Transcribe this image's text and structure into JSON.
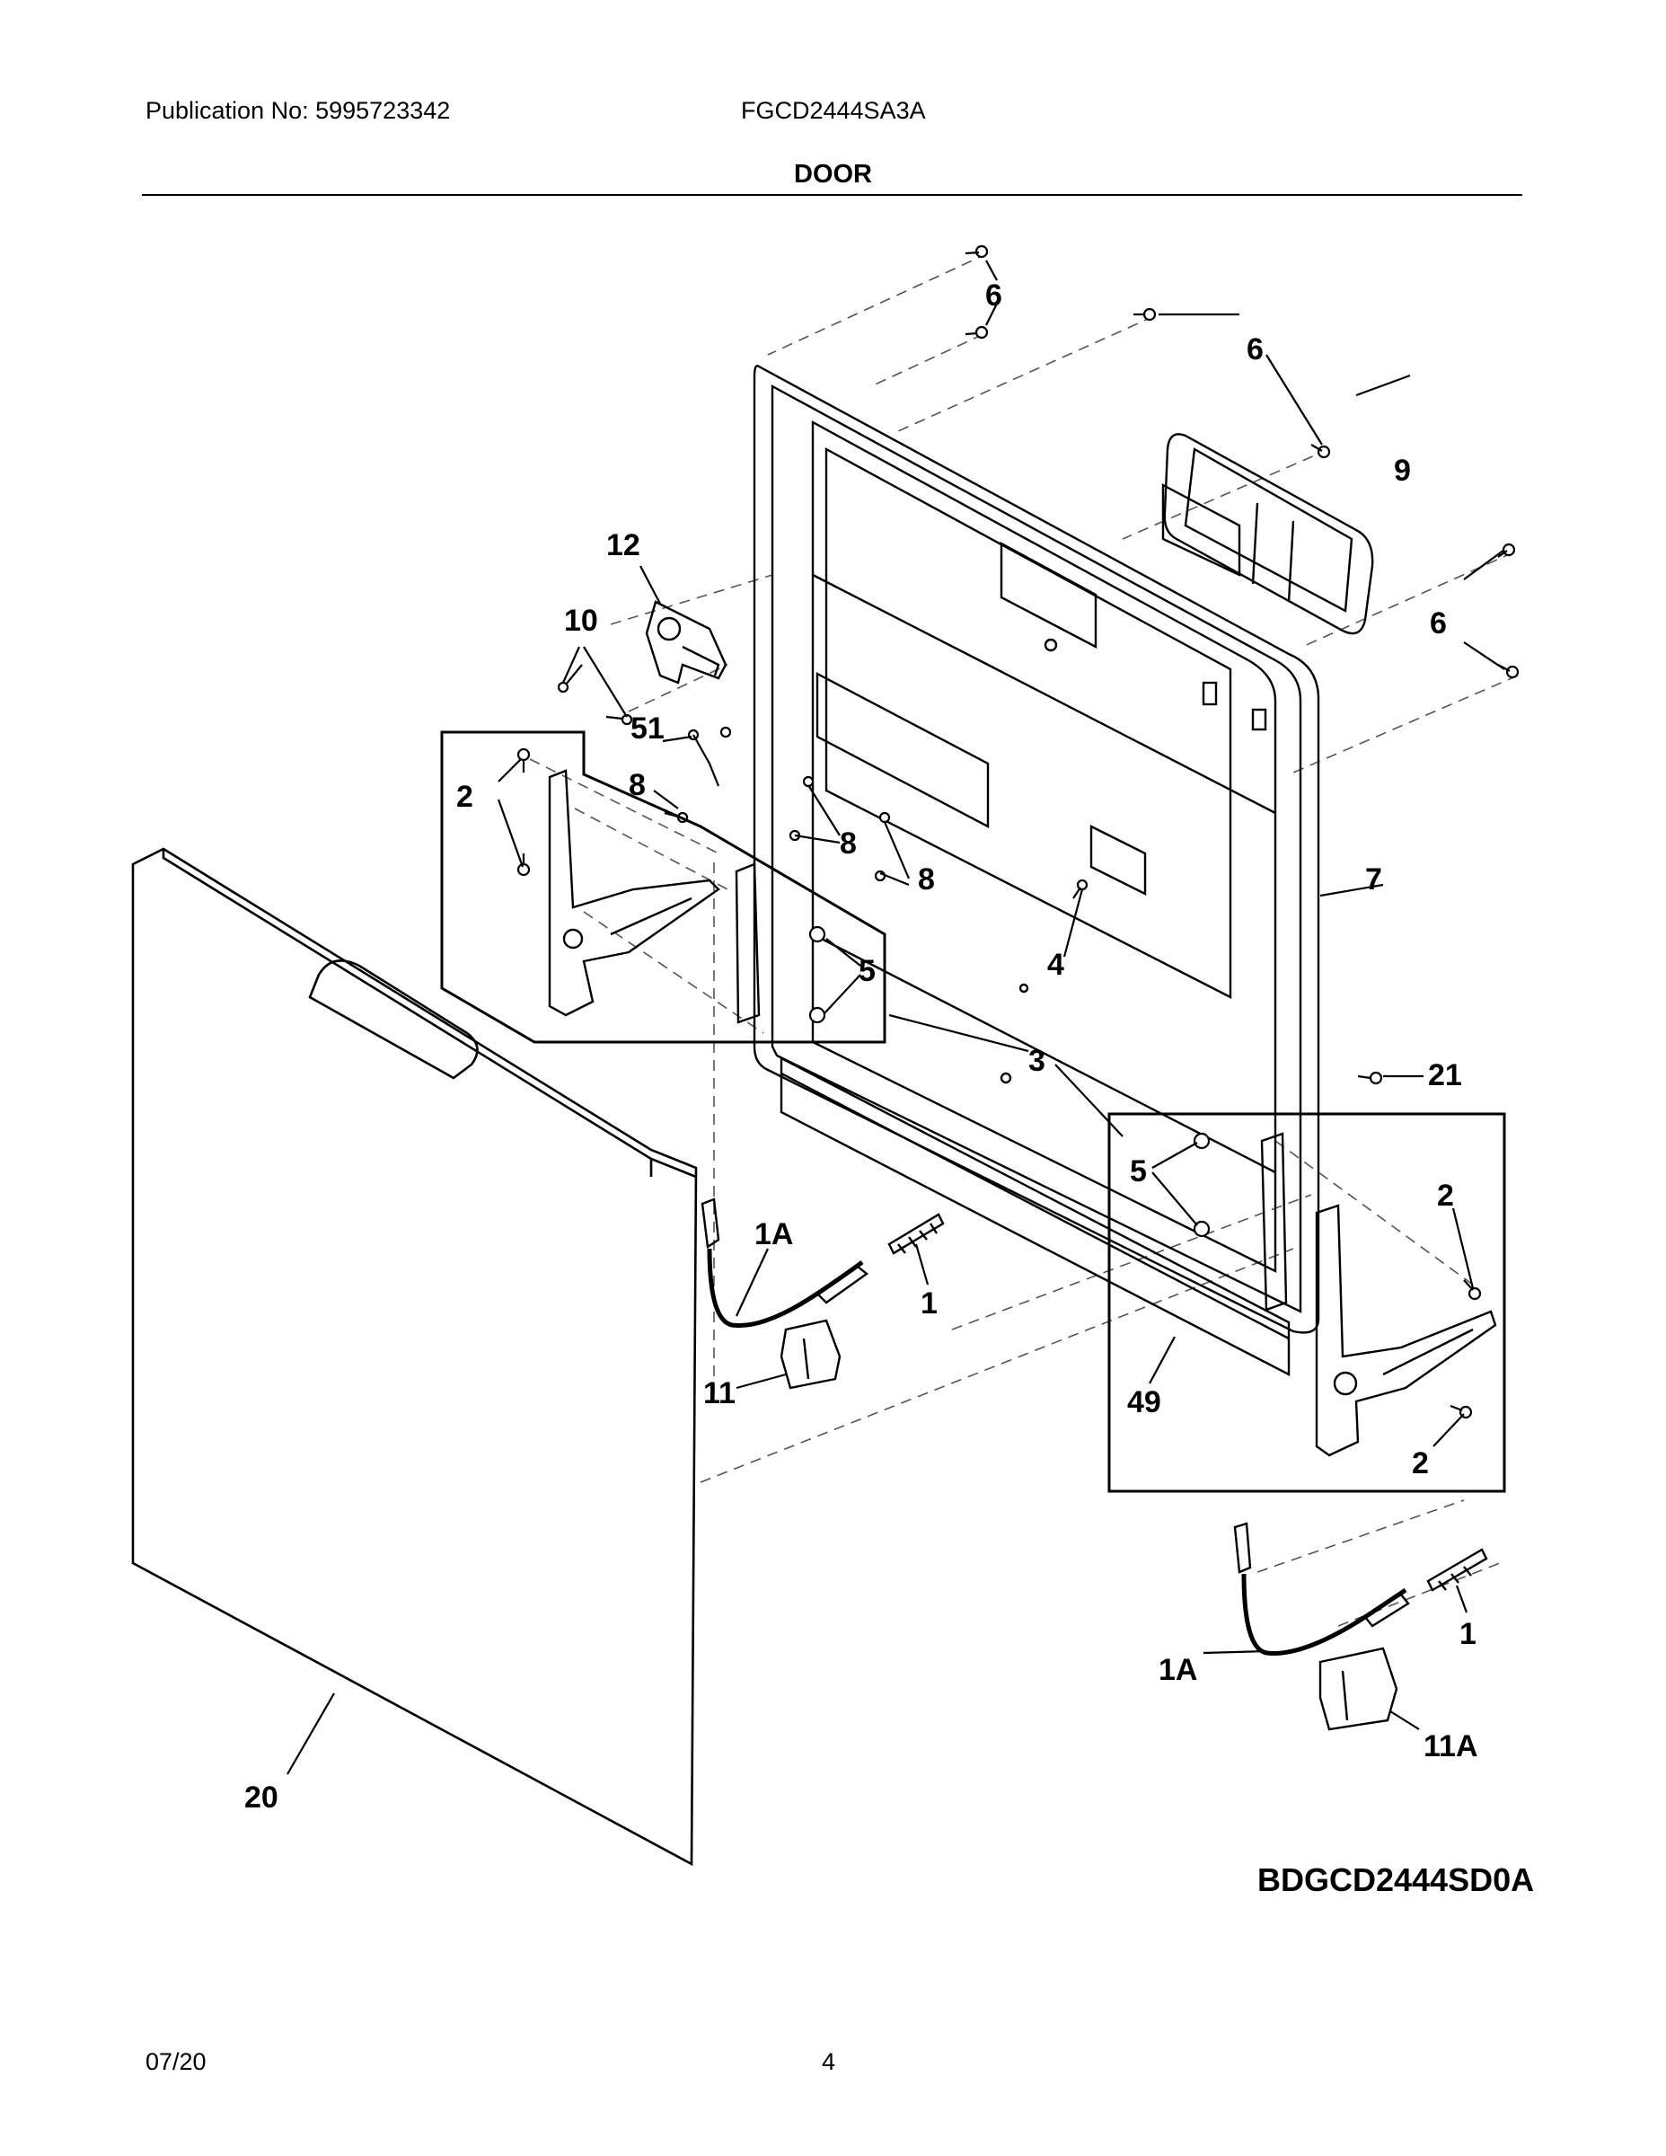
{
  "header": {
    "publication": "Publication No: 5995723342",
    "model": "FGCD2444SA3A",
    "section_title": "DOOR"
  },
  "footer": {
    "date": "07/20",
    "page": "4"
  },
  "diagram": {
    "code": "BDGCD2444SD0A",
    "callouts": [
      "6",
      "6",
      "9",
      "6",
      "12",
      "10",
      "51",
      "8",
      "8",
      "8",
      "2",
      "7",
      "4",
      "5",
      "3",
      "21",
      "5",
      "2",
      "1A",
      "1",
      "11",
      "49",
      "2",
      "1A",
      "1",
      "11A",
      "20"
    ],
    "line_color": "#000000",
    "dash_color": "#555555"
  }
}
